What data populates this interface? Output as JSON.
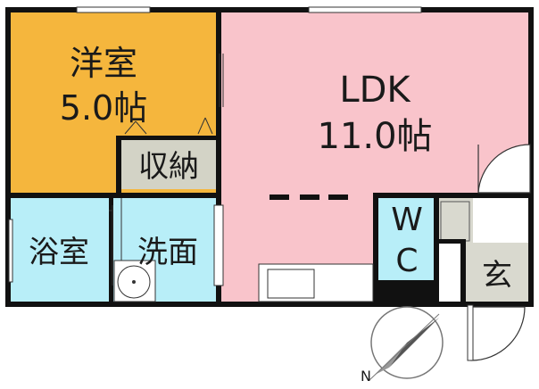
{
  "rooms": {
    "western_room": {
      "name": "洋室",
      "size": "5.0帖"
    },
    "ldk": {
      "name": "LDK",
      "size": "11.0帖"
    },
    "storage": {
      "name": "収納"
    },
    "bathroom": {
      "name": "浴室"
    },
    "washroom": {
      "name": "洗面"
    },
    "wc": {
      "top": "W",
      "bottom": "C"
    },
    "entrance": {
      "name": "玄"
    }
  },
  "compass": {
    "label": "N"
  },
  "colors": {
    "western_room": "#f5b63d",
    "ldk": "#f9c4cb",
    "storage": "#d3d3c6",
    "wet_area": "#b8eef8",
    "wc": "#b8eef8",
    "entrance": "#d9d9cf",
    "wall": "#111111"
  }
}
